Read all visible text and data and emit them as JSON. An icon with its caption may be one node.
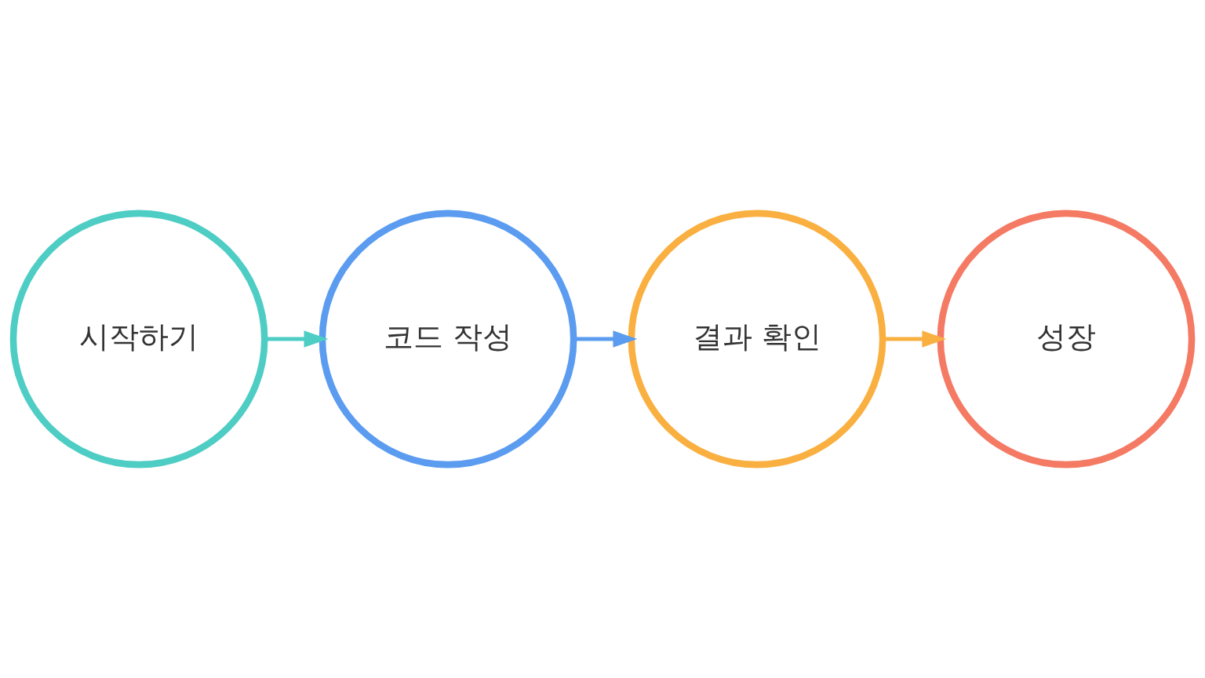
{
  "diagram": {
    "nodes": [
      {
        "text": [
          "시작하기"
        ]
      },
      {
        "text": [
          "코드 작성"
        ]
      },
      {
        "text": [
          "결과 확인"
        ]
      },
      {
        "text": [
          "성장"
        ]
      }
    ],
    "edges": [
      {
        "from": 0,
        "to": 1,
        "arrow": "to",
        "color": "#4ecdc4"
      },
      {
        "from": 1,
        "to": 2,
        "arrow": "to",
        "color": "#5b9cf0"
      },
      {
        "from": 2,
        "to": 3,
        "arrow": "to",
        "color": "#f9b041"
      }
    ]
  }
}
